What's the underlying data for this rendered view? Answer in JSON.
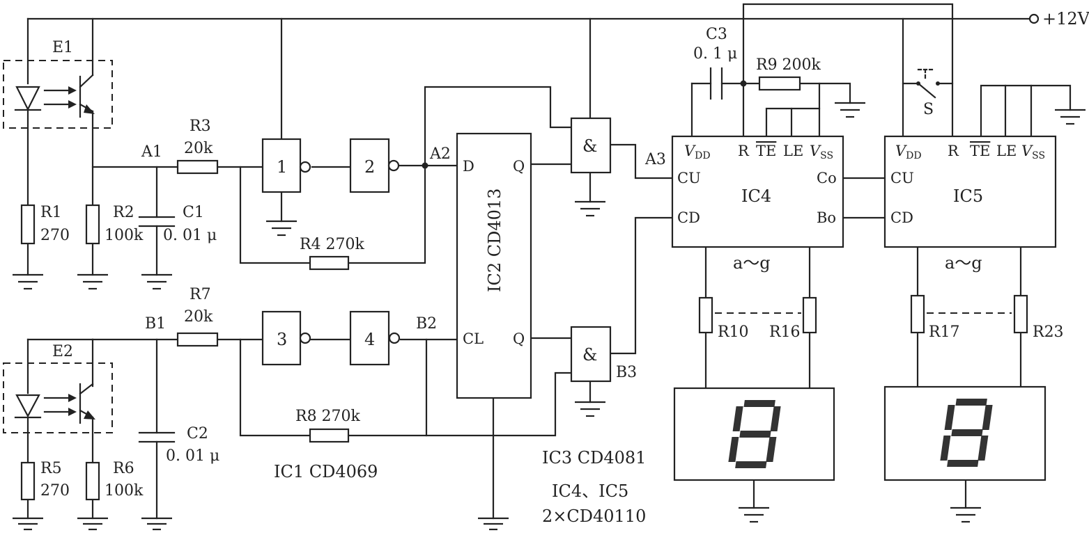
{
  "supply": "+12V",
  "ics": {
    "ic1": "IC1  CD4069",
    "ic2": "IC2  CD4013",
    "ic3": "IC3  CD4081",
    "ic45": "IC4、IC5",
    "ic45_part": "2×CD40110"
  },
  "gates": {
    "g1": "1",
    "g2": "2",
    "g3": "3",
    "g4": "4",
    "and": "&"
  },
  "nodes": {
    "a1": "A1",
    "a2": "A2",
    "a3": "A3",
    "b1": "B1",
    "b2": "B2",
    "b3": "B3"
  },
  "sensors": {
    "e1": "E1",
    "e2": "E2"
  },
  "parts": {
    "r1": "R1",
    "r1v": "270",
    "r2": "R2",
    "r2v": "100k",
    "r3": "R3",
    "r3v": "20k",
    "r4": "R4  270k",
    "r5": "R5",
    "r5v": "270",
    "r6": "R6",
    "r6v": "100k",
    "r7": "R7",
    "r7v": "20k",
    "r8": "R8  270k",
    "r9": "R9  200k",
    "r10": "R10",
    "r16": "R16",
    "r17": "R17",
    "r23": "R23",
    "c1": "C1",
    "c1v": "0. 01 μ",
    "c2": "C2",
    "c2v": "0. 01 μ",
    "c3": "C3",
    "c3v": "0. 1 μ",
    "s": "S"
  },
  "ff_pins": {
    "d": "D",
    "q": "Q",
    "cl": "CL",
    "qb": "Q"
  },
  "counter": {
    "vdd": "V",
    "vdd_sub": "DD",
    "r": "R",
    "te": "TE",
    "le": "LE",
    "vss": "V",
    "vss_sub": "SS",
    "cu": "CU",
    "cd": "CD",
    "co": "Co",
    "bo": "Bo",
    "ic4": "IC4",
    "ic5": "IC5",
    "seg": "a～g"
  }
}
